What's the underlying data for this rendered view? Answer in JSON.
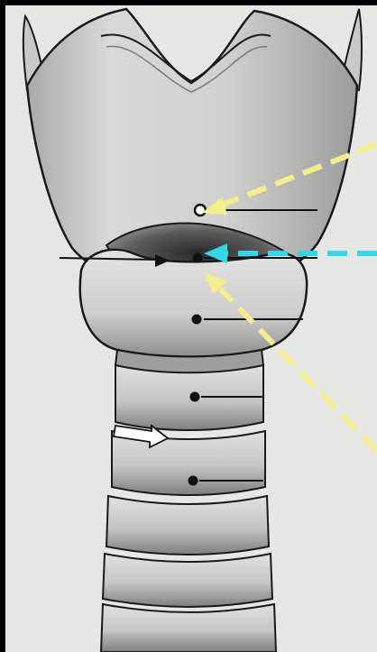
{
  "figure": {
    "subject": "laryngeal-cartilages-anterior-view",
    "colors": {
      "frame": "#000000",
      "background": "#e6e6e2",
      "cartilage_fill": "#d2d2d0",
      "cartilage_shadow": "#8a8a88",
      "outline": "#1a1a1a",
      "pointer_yellow": "#f3ee8c",
      "pointer_cyan": "#2fd9e6",
      "leader_line": "#111111",
      "hollow_arrow": "#ffffff"
    }
  },
  "landmarks": [
    {
      "id": "thyroid-notch-region",
      "label": ""
    },
    {
      "id": "cricothyroid-membrane-center",
      "label": ""
    },
    {
      "id": "cricoid-arch-upper",
      "label": ""
    },
    {
      "id": "cricoid-arch",
      "label": ""
    },
    {
      "id": "tracheal-ring-1",
      "label": ""
    },
    {
      "id": "tracheal-ring-2",
      "label": ""
    }
  ],
  "pointers": [
    {
      "id": "upper-yellow",
      "style": "dashed",
      "color": "pointer_yellow",
      "target": "thyroid-notch-region"
    },
    {
      "id": "cyan",
      "style": "dashed",
      "color": "pointer_cyan",
      "target": "cricothyroid-membrane-center"
    },
    {
      "id": "lower-yellow",
      "style": "dashed",
      "color": "pointer_yellow",
      "target": "cricoid-arch-upper"
    }
  ]
}
